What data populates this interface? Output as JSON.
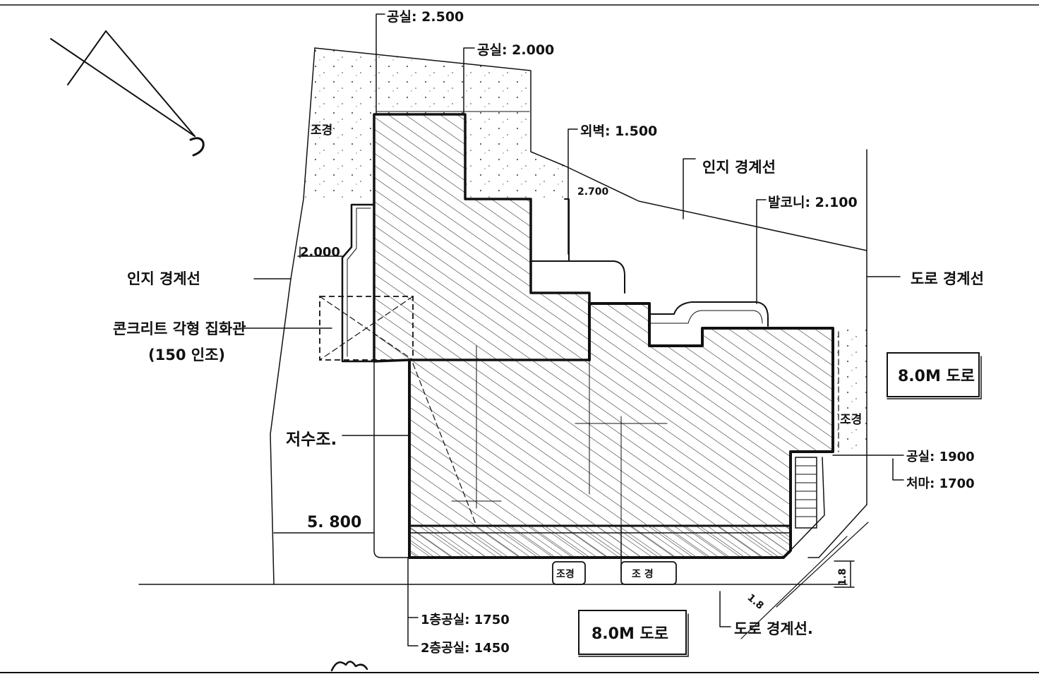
{
  "labels": {
    "setback_top_1": "공실: 2.500",
    "setback_top_2": "공실: 2.000",
    "setback_wall": "외벽: 1.500",
    "setback_small": "2.700",
    "neighbor_line_top": "인지 경계선",
    "balcony": "발코니: 2.100",
    "road_line_right": "도로 경계선",
    "neighbor_line_left": "인지  경계선",
    "concrete_block": "콘크리트 각형 집화관",
    "concrete_block_sub": "(150 인조)",
    "water_tank": "저수조.",
    "landscape_tl": "조경",
    "landscape_right": "조경",
    "landscape_bottom_1": "조경",
    "landscape_bottom_2": "조  경",
    "dim_left": "2.000",
    "dim_5800": "5. 800",
    "setback_right_1": "공실: 1900",
    "setback_right_2": "처마: 1700",
    "setback_bottom_1": "1층공실: 1750",
    "setback_bottom_2": "2층공실: 1450",
    "road_right": "8.0M 도로",
    "road_bottom": "8.0M 도로",
    "road_line_bottom": "도로 경계선.",
    "corner_dim_1": "1.8",
    "corner_dim_2": "1.8"
  }
}
